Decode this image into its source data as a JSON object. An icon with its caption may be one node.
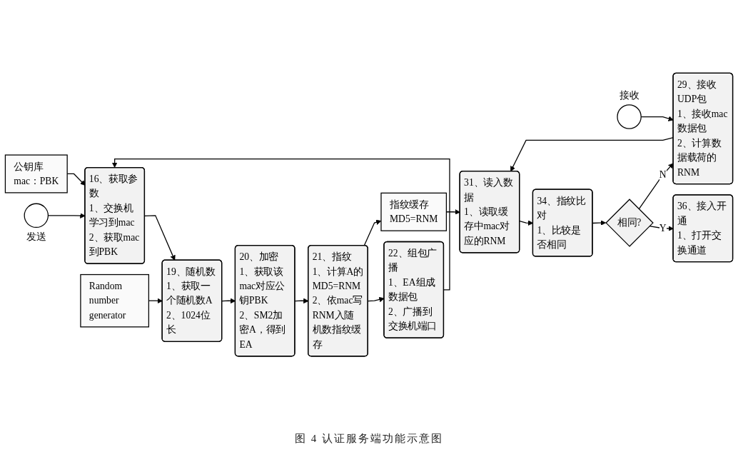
{
  "diagram": {
    "caption": "图 4 认证服务端功能示意图",
    "nodes": [
      {
        "text": [],
        "shape": "circle",
        "beside": [
          "发送"
        ]
      },
      {
        "text": [
          "16、获取参数",
          "1、交换机学习到mac",
          "2、获取mac到PBK"
        ]
      },
      {
        "text": [
          "19、随机数",
          "1、获取一个随机数A",
          "2、1024位长"
        ]
      },
      {
        "text": [
          "20、加密",
          "1、获取该mac对应公钥PBK",
          "2、SM2加密A，得到EA"
        ]
      },
      {
        "text": [
          "21、指纹",
          "1、计算A的MD5=RNM",
          "2、依mac写RNM入随机数指纹缓存"
        ]
      },
      {
        "text": [
          "22、组包广播",
          "1、EA组成数据包",
          "2、广播到交换机端口"
        ]
      },
      {
        "text": [
          "公钥库",
          "mac：PBK"
        ]
      },
      {
        "text": [
          "Random number generator"
        ]
      },
      {
        "text": [
          "指纹缓存",
          "MD5=RNM"
        ]
      },
      {
        "text": [],
        "shape": "circle",
        "beside": [
          "接收"
        ]
      },
      {
        "text": [
          "29、接收UDP包",
          "1、接收mac数据包",
          "2、计算数据载荷的RNM"
        ]
      },
      {
        "text": [
          "31、读入数据",
          "1、读取缓存中mac对应的RNM"
        ]
      },
      {
        "text": [
          "34、指纹比对",
          "1、比较是否相同"
        ]
      },
      {
        "text": [
          "相同?"
        ]
      },
      {
        "text": [
          "36、接入开通",
          "1、打开交换通道"
        ]
      }
    ],
    "edges": [
      {
        "from": 0,
        "to": 1,
        "arrow": "to"
      },
      {
        "from": 1,
        "to": 2,
        "arrow": "to"
      },
      {
        "from": 2,
        "to": 3,
        "arrow": "to"
      },
      {
        "from": 3,
        "to": 4,
        "arrow": "to"
      },
      {
        "from": 4,
        "to": 5,
        "arrow": "to"
      },
      {
        "from": 5,
        "to": 1,
        "arrow": "to"
      },
      {
        "from": 6,
        "to": 1,
        "arrow": "to"
      },
      {
        "from": 7,
        "to": 2,
        "arrow": "to"
      },
      {
        "from": 4,
        "to": 8,
        "arrow": "to"
      },
      {
        "from": 8,
        "to": 11,
        "arrow": "to"
      },
      {
        "from": 9,
        "to": 10,
        "arrow": "to"
      },
      {
        "from": 10,
        "to": 11,
        "arrow": "to"
      },
      {
        "from": 11,
        "to": 12,
        "arrow": "to"
      },
      {
        "from": 12,
        "to": 13,
        "arrow": "to"
      },
      {
        "from": 13,
        "to": 14,
        "label": "Y",
        "arrow": "to"
      },
      {
        "from": 13,
        "to": 10,
        "label": "N",
        "arrow": "to"
      }
    ]
  }
}
